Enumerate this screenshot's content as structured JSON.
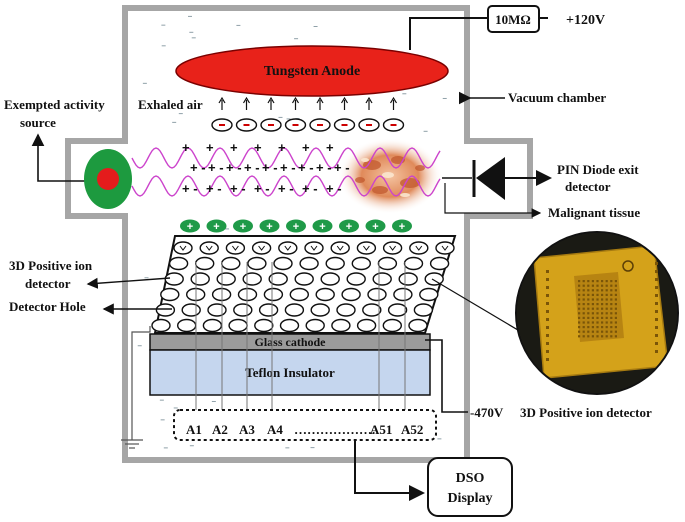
{
  "labels": {
    "resistor": "10MΩ",
    "hv_positive": "+120V",
    "anode": "Tungsten  Anode",
    "exhaled_air": "Exhaled air",
    "vacuum_chamber": "Vacuum chamber",
    "exempted_source_line1": "Exempted activity",
    "exempted_source_line2": "source",
    "pin_diode_line1": "PIN Diode exit",
    "pin_diode_line2": "detector",
    "malignant_tissue": "Malignant tissue",
    "detector_3d_line1": "3D Positive ion",
    "detector_3d_line2": "detector",
    "detector_hole": "Detector  Hole",
    "glass_cathode": "Glass cathode",
    "teflon": "Teflon Insulator",
    "photo_caption": "3D Positive ion detector",
    "hv_negative": "-470V",
    "channels": [
      "A1",
      "A2",
      "A3",
      "A4",
      "A51",
      "A52"
    ],
    "ellipsis": "……………….",
    "dso_line1": "DSO",
    "dso_line2": "Display"
  },
  "colors": {
    "chamber_wall": "#a6a6a6",
    "anode": "#e8221a",
    "source_outer": "#1d9a3f",
    "source_inner": "#e41c1c",
    "positive_ion": "#1f9a48",
    "wave": "#cc44cc",
    "glass_cathode": "#9b9b9b",
    "teflon": "#c5d6ee",
    "detector_photo_board": "#d4a21a"
  },
  "counts": {
    "negative_ions": 8,
    "positive_ions": 9,
    "detector_hole_rows": 6
  }
}
